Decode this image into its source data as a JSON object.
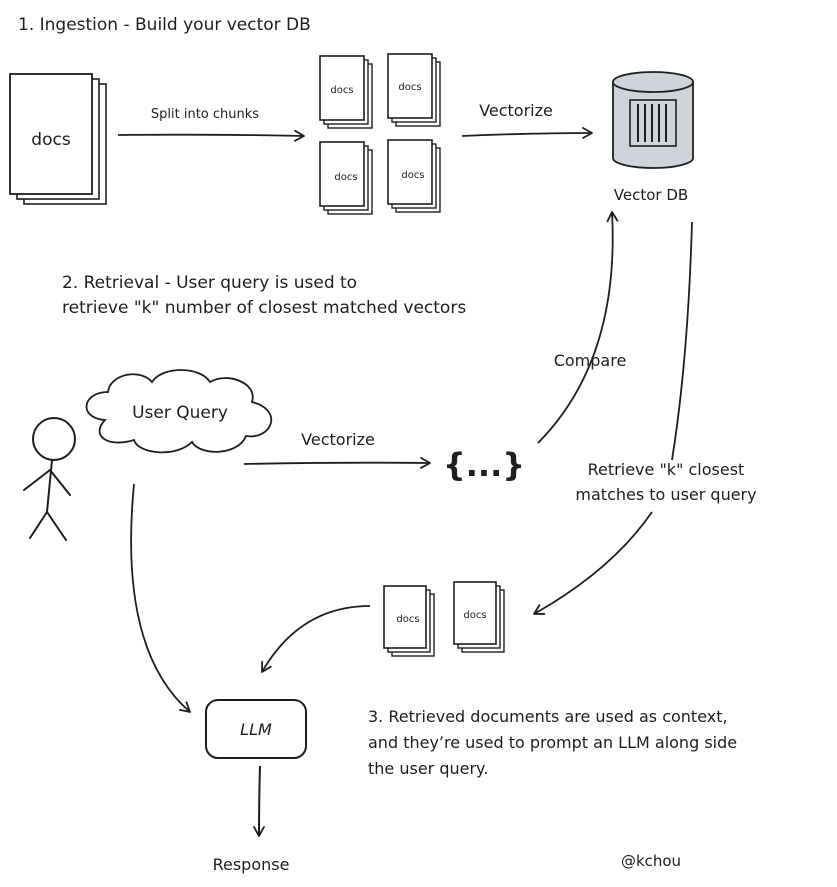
{
  "sections": {
    "ingestion": "1. Ingestion - Build your vector DB",
    "retrieval_line1": "2. Retrieval - User query is used to",
    "retrieval_line2": "retrieve \"k\" number of closest matched vectors",
    "generation_line1": "3. Retrieved documents are used as context,",
    "generation_line2": "and they’re used to prompt an LLM along side",
    "generation_line3": "the user query."
  },
  "labels": {
    "docs": "docs",
    "split": "Split into chunks",
    "vectorize": "Vectorize",
    "vector_db": "Vector DB",
    "compare": "Compare",
    "user_query": "User Query",
    "embedding": "{...}",
    "retrieve_line1": "Retrieve \"k\" closest",
    "retrieve_line2": "matches to user query",
    "llm": "LLM",
    "response": "Response",
    "credit": "@kchou"
  },
  "icons": {
    "user": "stick-figure-icon",
    "database": "database-cylinder-icon",
    "cloud": "cloud-shape"
  },
  "colors": {
    "ink": "#1e1e1e",
    "db_fill": "#ced4da",
    "page_fill": "#ffffff"
  }
}
